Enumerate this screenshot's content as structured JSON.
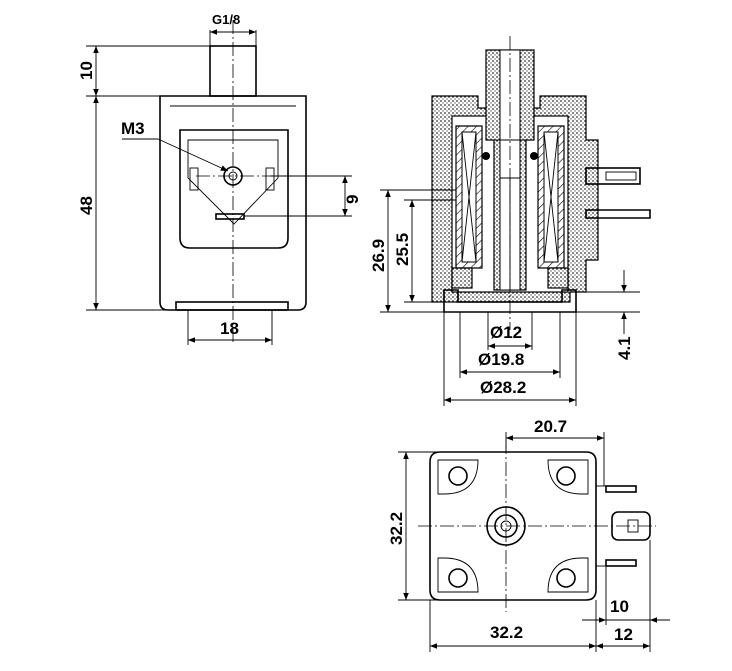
{
  "drawing": {
    "front_view": {
      "thread_label": "G1/8",
      "stem_height": "10",
      "body_height": "48",
      "screw_label": "M3",
      "pin_offset": "9",
      "width_label": "18"
    },
    "section_view": {
      "height_outer": "26.9",
      "height_inner": "25.5",
      "base_height": "4.1",
      "bore_diameter": "Ø12",
      "inner_diameter": "Ø19.8",
      "outer_diameter": "Ø28.2"
    },
    "bottom_view": {
      "offset_width": "20.7",
      "side_height": "32.2",
      "base_width": "32.2",
      "terminal_gap": "10",
      "terminal_width": "12"
    }
  }
}
